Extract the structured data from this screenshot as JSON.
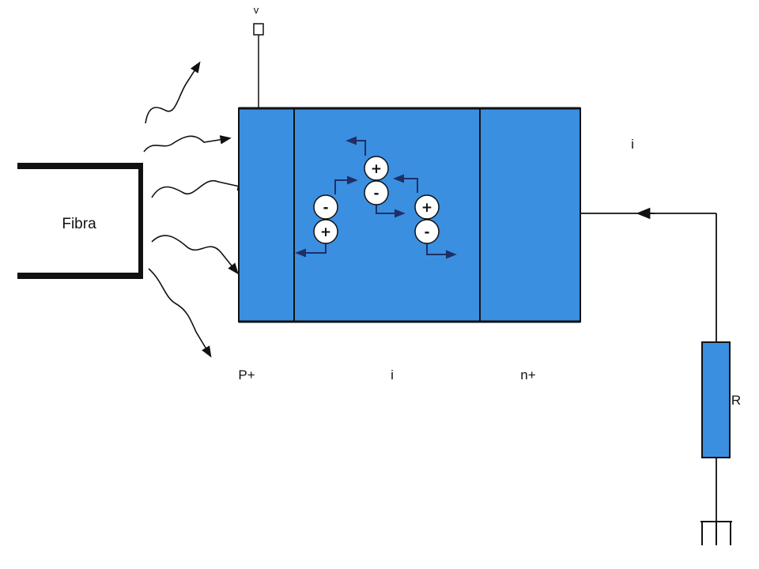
{
  "labels": {
    "voltage": "v",
    "fiber": "Fibra",
    "current": "i",
    "p_region": "P+",
    "i_region": "i",
    "n_region": "n+",
    "resistor": "R"
  },
  "carriers": {
    "hole": "+",
    "electron": "-"
  },
  "colors": {
    "device_fill": "#3b8fe0",
    "resistor_fill": "#3b8fe0",
    "line": "#111111",
    "arrow": "#1f2f66",
    "carrier_fill": "#ffffff"
  }
}
